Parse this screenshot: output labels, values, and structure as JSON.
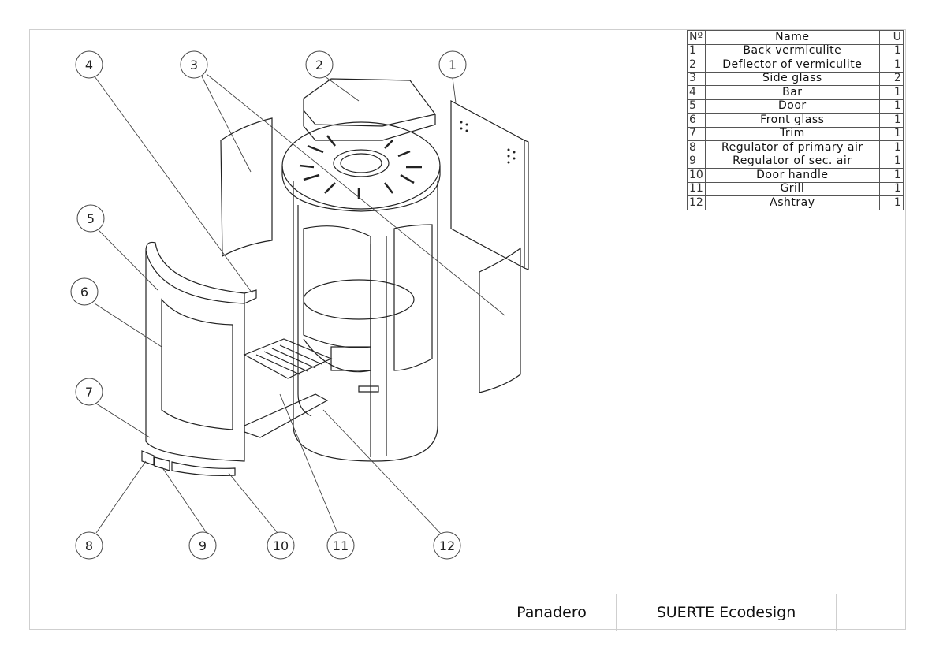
{
  "bom": {
    "headers": {
      "no": "Nº",
      "name": "Name",
      "units": "U"
    },
    "rows": [
      {
        "no": "1",
        "name": "Back vermiculite",
        "units": "1"
      },
      {
        "no": "2",
        "name": "Deflector of vermiculite",
        "units": "1"
      },
      {
        "no": "3",
        "name": "Side glass",
        "units": "2"
      },
      {
        "no": "4",
        "name": "Bar",
        "units": "1"
      },
      {
        "no": "5",
        "name": "Door",
        "units": "1"
      },
      {
        "no": "6",
        "name": "Front glass",
        "units": "1"
      },
      {
        "no": "7",
        "name": "Trim",
        "units": "1"
      },
      {
        "no": "8",
        "name": "Regulator of primary air",
        "units": "1"
      },
      {
        "no": "9",
        "name": "Regulator of sec. air",
        "units": "1"
      },
      {
        "no": "10",
        "name": "Door handle",
        "units": "1"
      },
      {
        "no": "11",
        "name": "Grill",
        "units": "1"
      },
      {
        "no": "12",
        "name": "Ashtray",
        "units": "1"
      }
    ]
  },
  "title_block": {
    "brand": "Panadero",
    "model": "SUERTE Ecodesign",
    "extra": ""
  },
  "balloons": [
    "1",
    "2",
    "3",
    "4",
    "5",
    "6",
    "7",
    "8",
    "9",
    "10",
    "11",
    "12"
  ]
}
